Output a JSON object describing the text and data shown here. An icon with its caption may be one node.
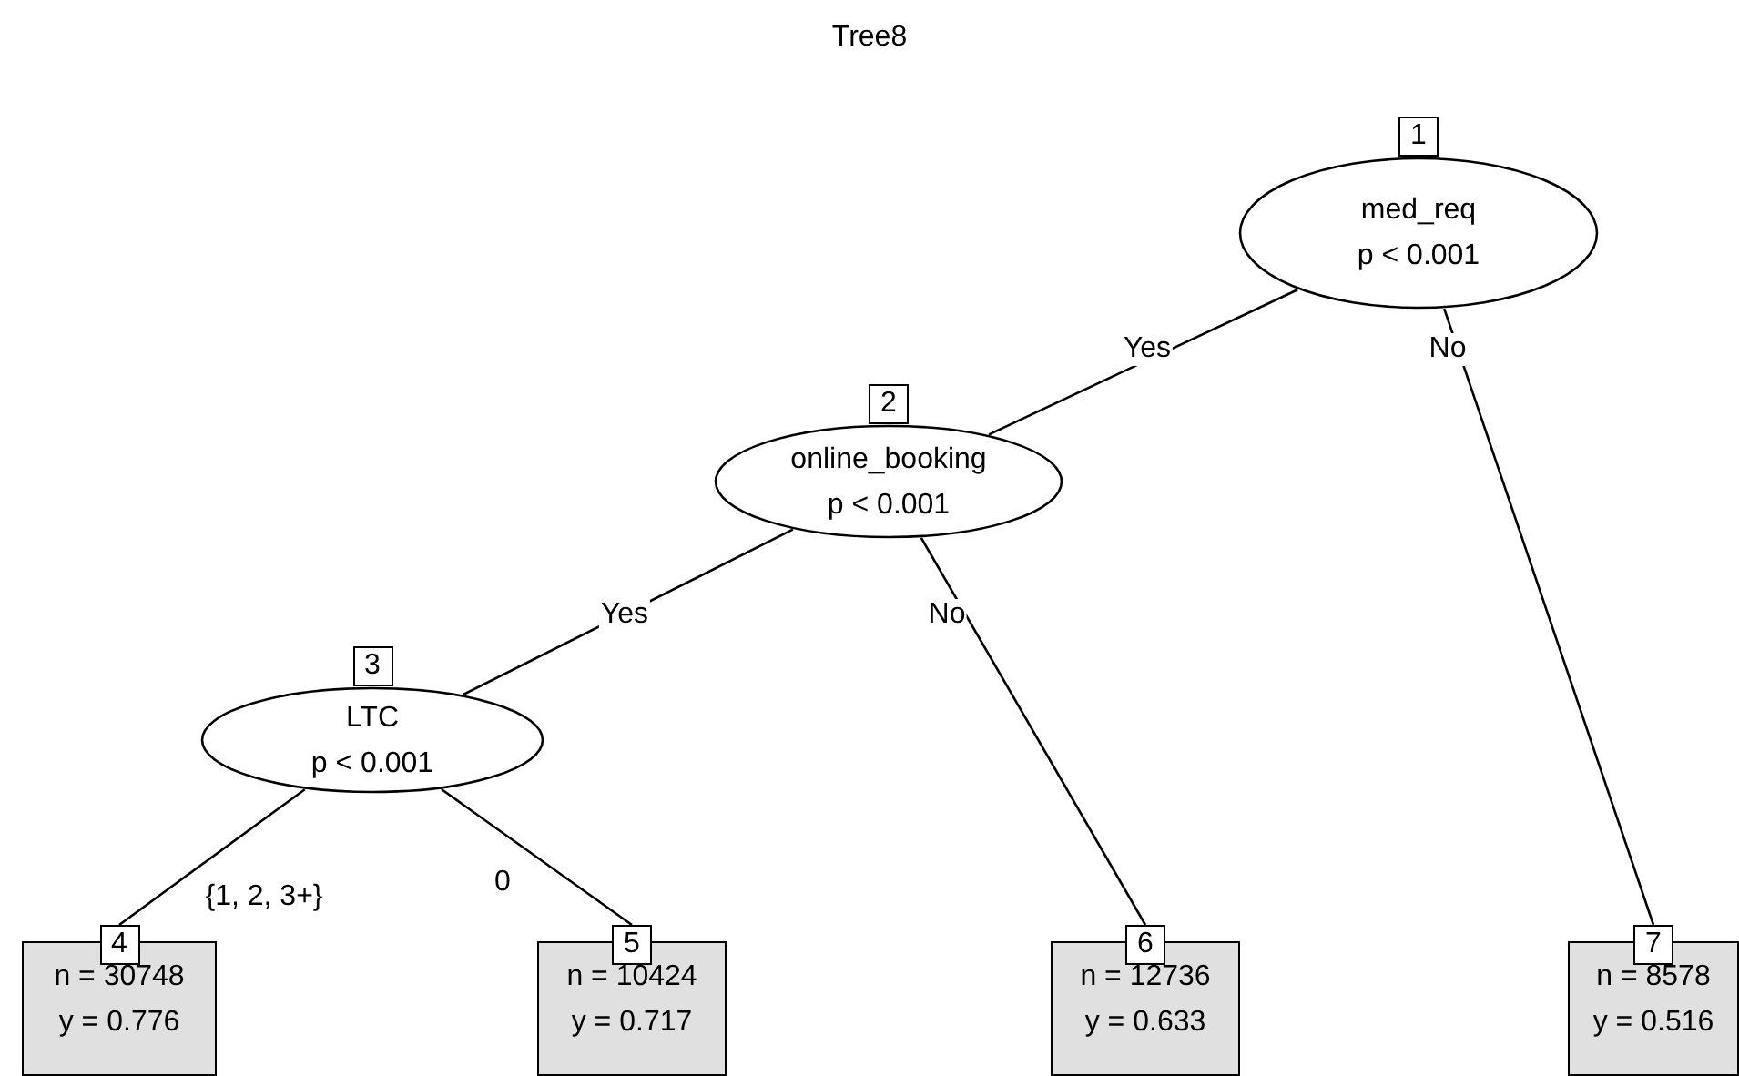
{
  "diagram": {
    "title": "Tree8",
    "nodes": [
      {
        "text": [
          "1",
          "med_req",
          "p < 0.001"
        ]
      },
      {
        "text": [
          "2",
          "online_booking",
          "p < 0.001"
        ]
      },
      {
        "text": [
          "3",
          "LTC",
          "p < 0.001"
        ]
      },
      {
        "text": [
          "4",
          "n = 30748",
          "y = 0.776"
        ]
      },
      {
        "text": [
          "5",
          "n = 10424",
          "y = 0.717"
        ]
      },
      {
        "text": [
          "6",
          "n = 12736",
          "y = 0.633"
        ]
      },
      {
        "text": [
          "7",
          "n = 8578",
          "y = 0.516"
        ]
      }
    ],
    "edges": [
      {
        "from": 0,
        "to": 1,
        "arrow": "none",
        "label": "Yes"
      },
      {
        "from": 0,
        "to": 6,
        "arrow": "none",
        "label": "No"
      },
      {
        "from": 1,
        "to": 2,
        "arrow": "none",
        "label": "Yes"
      },
      {
        "from": 1,
        "to": 5,
        "arrow": "none",
        "label": "No"
      },
      {
        "from": 2,
        "to": 3,
        "arrow": "none",
        "label": "{1, 2, 3+}"
      },
      {
        "from": 2,
        "to": 4,
        "arrow": "none",
        "label": "0"
      }
    ]
  }
}
